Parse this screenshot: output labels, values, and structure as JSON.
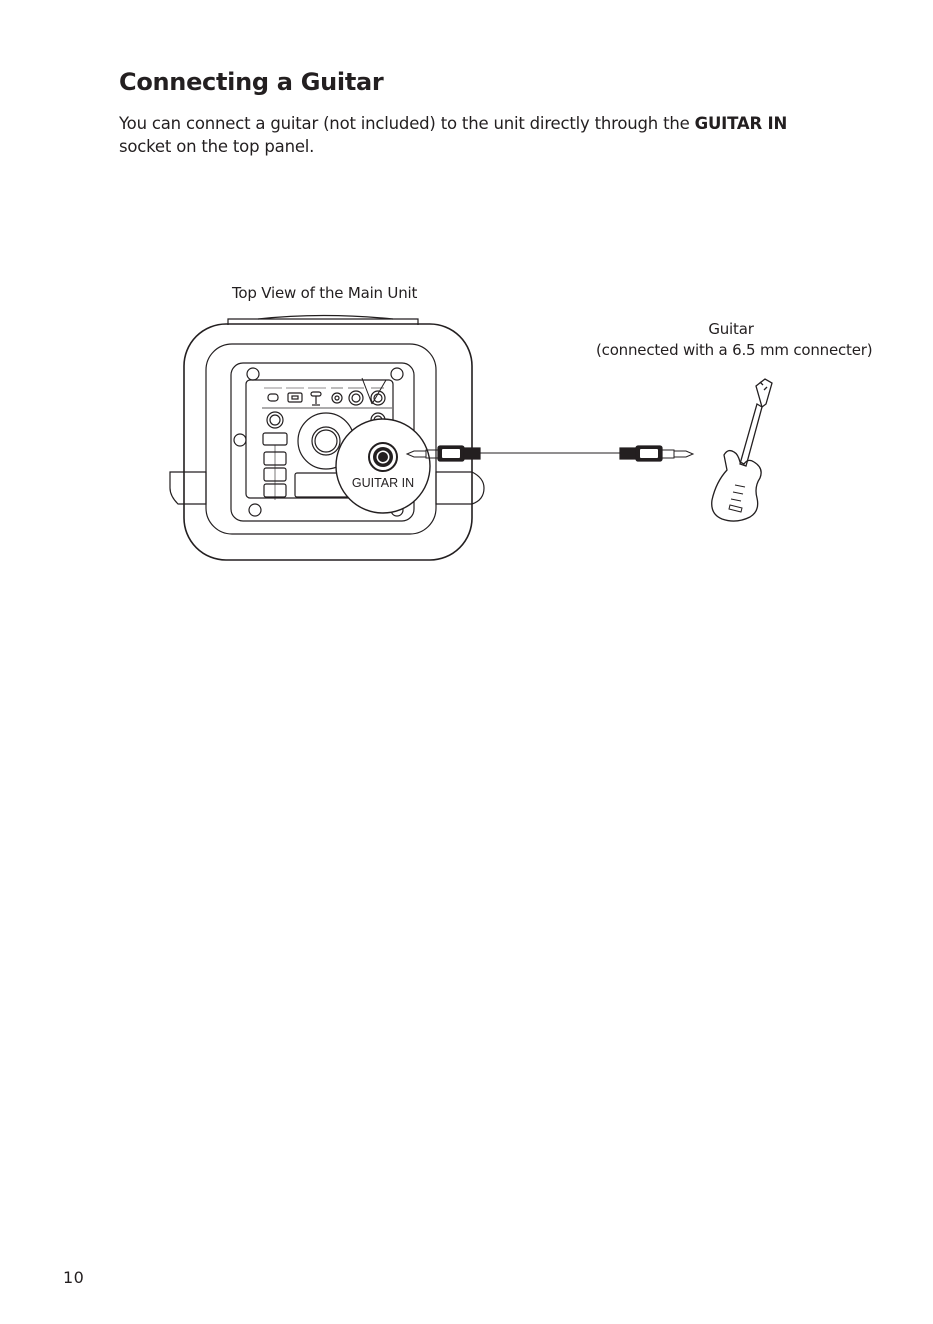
{
  "heading": "Connecting a Guitar",
  "intro": {
    "before": "You can connect a guitar (not included) to the unit directly through the ",
    "bold": "GUITAR IN",
    "after": " socket on the top panel."
  },
  "diagram": {
    "unit_caption": "Top View of the Main Unit",
    "guitar_caption_line1": "Guitar",
    "guitar_caption_line2": "(connected with a 6.5 mm connecter)",
    "callout_label": "GUITAR IN"
  },
  "page_number": "10"
}
